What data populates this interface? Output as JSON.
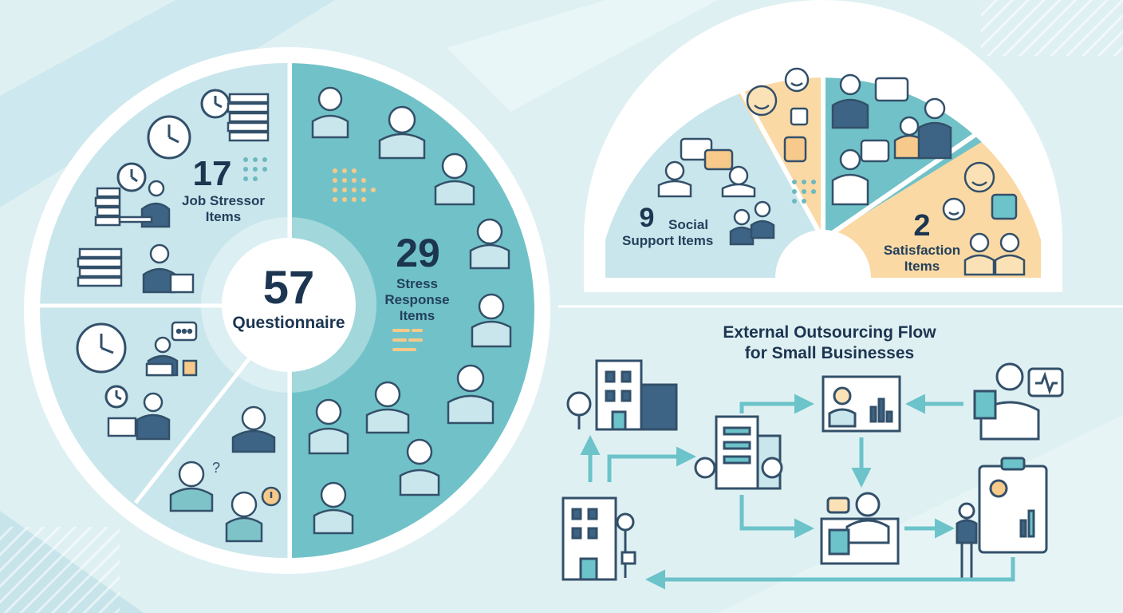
{
  "questionnaire": {
    "total_number": "57",
    "total_label": "Questionnaire",
    "segments": [
      {
        "number": "17",
        "label_line1": "Job Stressor",
        "label_line2": "Items"
      },
      {
        "number": "29",
        "label_line1": "Stress",
        "label_line2": "Response",
        "label_line3": "Items"
      }
    ]
  },
  "support_gauge": {
    "segments": [
      {
        "number": "9",
        "label_line1": "Social",
        "label_line2": "Support Items"
      },
      {
        "number": "2",
        "label_line1": "Satisfaction",
        "label_line2": "Items"
      }
    ]
  },
  "flow": {
    "title_line1": "External Outsourcing Flow",
    "title_line2": "for Small Businesses"
  },
  "colors": {
    "background": "#dff0f3",
    "light_panel": "#c9e6ec",
    "teal_panel": "#71c2c8",
    "peach_panel": "#fbd9a4",
    "arrow": "#6cc3ca",
    "ink": "#33506a"
  }
}
